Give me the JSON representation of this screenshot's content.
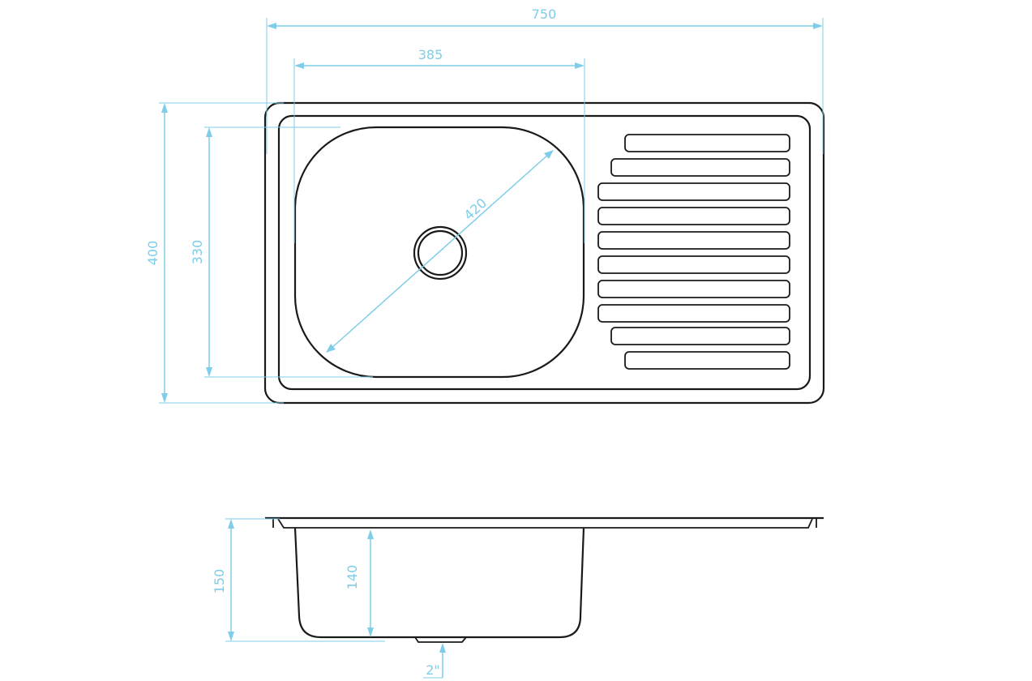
{
  "colors": {
    "outline": "#1a1a1a",
    "dimension": "#7fcde8",
    "background": "#ffffff"
  },
  "dimensions": {
    "overall_width": "750",
    "bowl_width": "385",
    "overall_depth": "400",
    "bowl_depth": "330",
    "bowl_diagonal": "420",
    "total_height": "150",
    "bowl_height": "140",
    "drain_size": "2\""
  }
}
